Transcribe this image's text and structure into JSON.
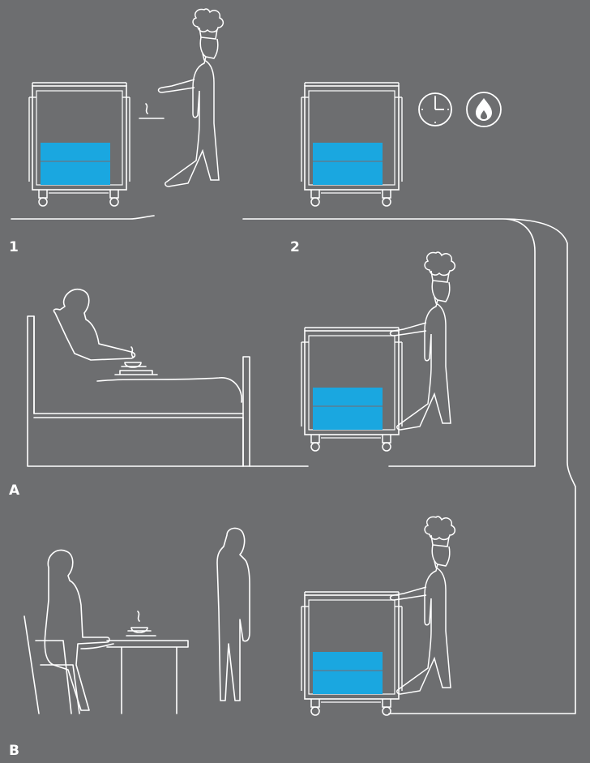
{
  "colors": {
    "background": "#6d6e70",
    "line": "#ffffff",
    "food_tray": "#1aa7e0"
  },
  "icons": [
    "clock-icon",
    "flame-icon"
  ],
  "steps": {
    "step1": "1",
    "step2": "2",
    "stepA": "A",
    "stepB": "B"
  }
}
